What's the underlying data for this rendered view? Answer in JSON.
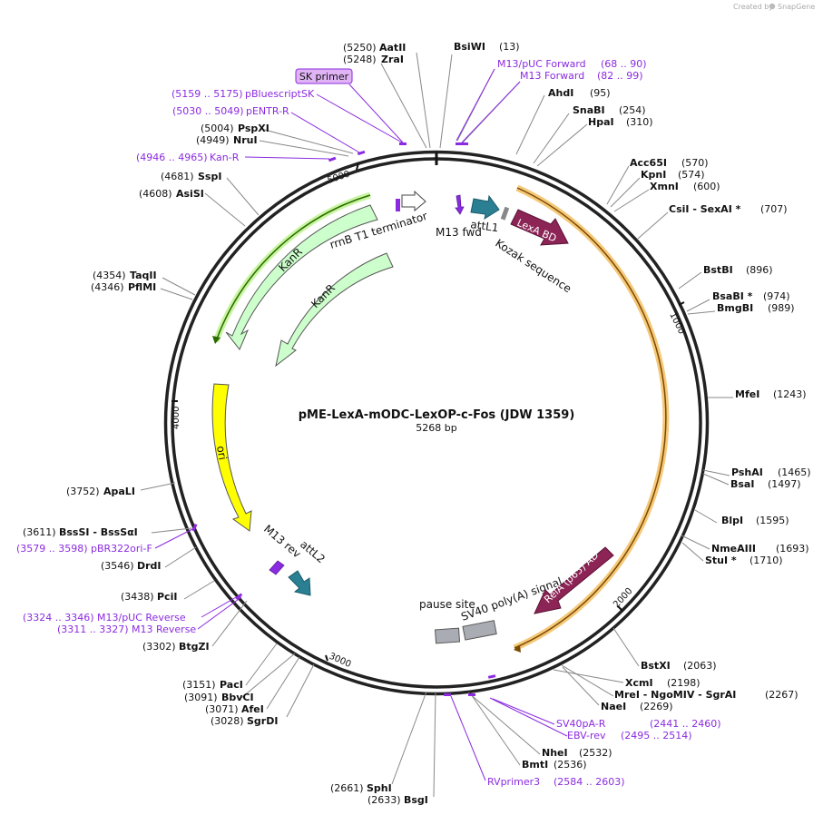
{
  "credit": {
    "prefix": "Created by",
    "brand": "SnapGene"
  },
  "plasmid": {
    "name": "pME-LexA-mODC-LexOP-c-Fos (JDW 1359)",
    "length": "5268 bp",
    "length_bp": 5268
  },
  "ticks": [
    "1000",
    "2000",
    "3000",
    "4000",
    "5000"
  ],
  "features": {
    "lexa_bd": "LexA BD",
    "kozak": "Kozak sequence",
    "attl1": "attL1",
    "m13fwd": "M13 fwd",
    "rrnb": "rrnB T1 terminator",
    "kanr_outer": "KanR",
    "kanr_inner": "KanR",
    "ori": "ori",
    "m13rev": "M13 rev",
    "attl2": "attL2",
    "pause": "pause site",
    "sv40": "SV40 poly(A) signal",
    "rela": "RelA (p65) AD"
  },
  "sites": [
    {
      "name": "AatII",
      "pos": "(5250)"
    },
    {
      "name": "ZraI",
      "pos": "(5248)"
    },
    {
      "name": "BsiWI",
      "pos": "(13)"
    },
    {
      "name": "M13/pUC Forward",
      "pos": "(68 .. 90)",
      "primer": true
    },
    {
      "name": "M13 Forward",
      "pos": "(82 .. 99)",
      "primer": true
    },
    {
      "name": "AhdI",
      "pos": "(95)"
    },
    {
      "name": "SnaBI",
      "pos": "(254)"
    },
    {
      "name": "HpaI",
      "pos": "(310)"
    },
    {
      "name": "Acc65I",
      "pos": "(570)"
    },
    {
      "name": "KpnI",
      "pos": "(574)"
    },
    {
      "name": "XmnI",
      "pos": "(600)"
    },
    {
      "name": "CsiI  - SexAI *",
      "pos": "(707)"
    },
    {
      "name": "BstBI",
      "pos": "(896)"
    },
    {
      "name": "BsaBI *",
      "pos": "(974)"
    },
    {
      "name": "BmgBI",
      "pos": "(989)"
    },
    {
      "name": "MfeI",
      "pos": "(1243)"
    },
    {
      "name": "PshAI",
      "pos": "(1465)"
    },
    {
      "name": "BsaI",
      "pos": "(1497)"
    },
    {
      "name": "BlpI",
      "pos": "(1595)"
    },
    {
      "name": "NmeAIII",
      "pos": "(1693)"
    },
    {
      "name": "StuI *",
      "pos": "(1710)"
    },
    {
      "name": "BstXI",
      "pos": "(2063)"
    },
    {
      "name": "XcmI",
      "pos": "(2198)"
    },
    {
      "name": "MreI  - NgoMIV  - SgrAI",
      "pos": "(2267)"
    },
    {
      "name": "NaeI",
      "pos": "(2269)"
    },
    {
      "name": "SV40pA-R",
      "pos": "(2441 .. 2460)",
      "primer": true
    },
    {
      "name": "EBV-rev",
      "pos": "(2495 .. 2514)",
      "primer": true
    },
    {
      "name": "NheI",
      "pos": "(2532)"
    },
    {
      "name": "BmtI",
      "pos": "(2536)"
    },
    {
      "name": "RVprimer3",
      "pos": "(2584 .. 2603)",
      "primer": true
    },
    {
      "name": "SphI",
      "pos": "(2661)"
    },
    {
      "name": "BsgI",
      "pos": "(2633)"
    },
    {
      "name": "SgrDI",
      "pos": "(3028)"
    },
    {
      "name": "AfeI",
      "pos": "(3071)"
    },
    {
      "name": "BbvCI",
      "pos": "(3091)"
    },
    {
      "name": "PacI",
      "pos": "(3151)"
    },
    {
      "name": "BtgZI",
      "pos": "(3302)"
    },
    {
      "name": "M13 Reverse",
      "pos": "(3311 .. 3327)",
      "primer": true
    },
    {
      "name": "M13/pUC Reverse",
      "pos": "(3324 .. 3346)",
      "primer": true
    },
    {
      "name": "PciI",
      "pos": "(3438)"
    },
    {
      "name": "DrdI",
      "pos": "(3546)"
    },
    {
      "name": "pBR322ori-F",
      "pos": "(3579 .. 3598)",
      "primer": true
    },
    {
      "name": "BssSI  - BssSαI",
      "pos": "(3611)"
    },
    {
      "name": "ApaLI",
      "pos": "(3752)"
    },
    {
      "name": "PflMI",
      "pos": "(4346)"
    },
    {
      "name": "TaqII",
      "pos": "(4354)"
    },
    {
      "name": "AsiSI",
      "pos": "(4608)"
    },
    {
      "name": "SspI",
      "pos": "(4681)"
    },
    {
      "name": "Kan-R",
      "pos": "(4946 .. 4965)",
      "primer": true
    },
    {
      "name": "NruI",
      "pos": "(4949)"
    },
    {
      "name": "PspXI",
      "pos": "(5004)"
    },
    {
      "name": "pENTR-R",
      "pos": "(5030 .. 5049)",
      "primer": true
    },
    {
      "name": "pBluescriptSK",
      "pos": "(5159 .. 5175)",
      "primer": true
    },
    {
      "name": "SK primer",
      "pos": "",
      "primer": false
    }
  ],
  "colors": {
    "lexa": "#8c2456",
    "rela": "#8c2456",
    "kanr": "#ccffcc",
    "ori": "#ffff00",
    "att": "#2a7f93",
    "pause": "#a9adb3",
    "primer": "#8b2be0",
    "sk_box": "#e0b3f5"
  }
}
